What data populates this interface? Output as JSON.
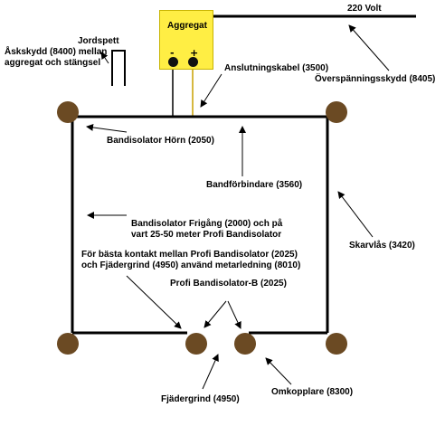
{
  "aggregat": {
    "title": "Aggregat",
    "minus": "-",
    "plus": "+"
  },
  "labels": {
    "volt": "220 Volt",
    "jordspett": "Jordspett",
    "askskydd": "Åskskydd (8400) mellan\naggregat och stängsel",
    "anslutningskabel": "Anslutningskabel (3500)",
    "overspanningsskydd": "Överspänningsskydd (8405)",
    "bandisolator_horn": "Bandisolator Hörn (2050)",
    "bandforbindare": "Bandförbindare (3560)",
    "bandisolator_frigang": "Bandisolator Frigång (2000) och på\nvart 25-50 meter Profi Bandisolator",
    "skarvlas": "Skarvlås (3420)",
    "basta_kontakt": "För bästa kontakt mellan Profi Bandisolator (2025)\noch Fjädergrind (4950) använd metarledning (8010)",
    "profi_bandisolator_b": "Profi Bandisolator-B (2025)",
    "fjadergrind": "Fjädergrind (4950)",
    "omkopplare": "Omkopplare (8300)"
  },
  "colors": {
    "post": "#6b4a23",
    "aggregat": "#ffee44",
    "wire": "#000000",
    "lead": "#c8a000"
  }
}
